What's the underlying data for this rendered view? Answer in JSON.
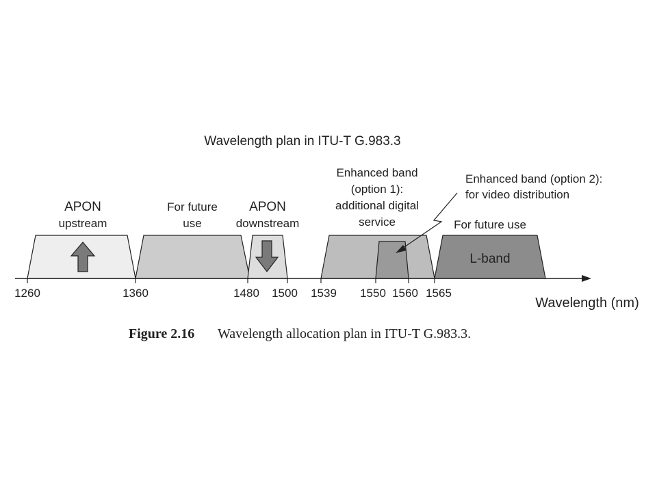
{
  "diagram": {
    "title": "Wavelength plan in ITU-T G.983.3",
    "axis_label": "Wavelength (nm)",
    "ticks": [
      "1260",
      "1360",
      "1480",
      "1500",
      "1539",
      "1550",
      "1560",
      "1565"
    ],
    "bands": {
      "apon_up": {
        "line1": "APON",
        "line2": "upstream"
      },
      "future1": {
        "line1": "For future",
        "line2": "use"
      },
      "apon_down": {
        "line1": "APON",
        "line2": "downstream"
      },
      "enh1": {
        "line1": "Enhanced band",
        "line2": "(option 1):",
        "line3": "additional digital",
        "line4": "service"
      },
      "enh2": {
        "line1": "Enhanced band (option 2):",
        "line2": "for video distribution"
      },
      "future2": {
        "label": "For future use",
        "inner": "L-band"
      }
    },
    "colors": {
      "light": "#eeeeee",
      "medium": "#cccccc",
      "mid_dark": "#bdbdbd",
      "dark": "#8c8c8c",
      "arrow": "#7a7a7a",
      "stroke": "#222222"
    }
  },
  "caption": {
    "number": "Figure 2.16",
    "text": "Wavelength allocation plan in ITU-T G.983.3."
  }
}
